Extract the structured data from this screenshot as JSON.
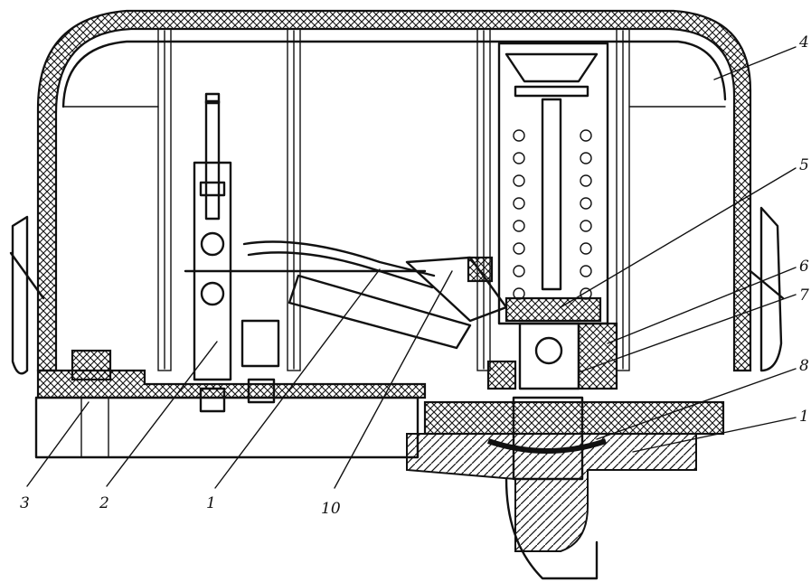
{
  "callouts": [
    "1",
    "2",
    "3",
    "4",
    "5",
    "6",
    "7",
    "8",
    "10"
  ],
  "callouts_right_7": "7",
  "callouts_bottom_1": "1"
}
